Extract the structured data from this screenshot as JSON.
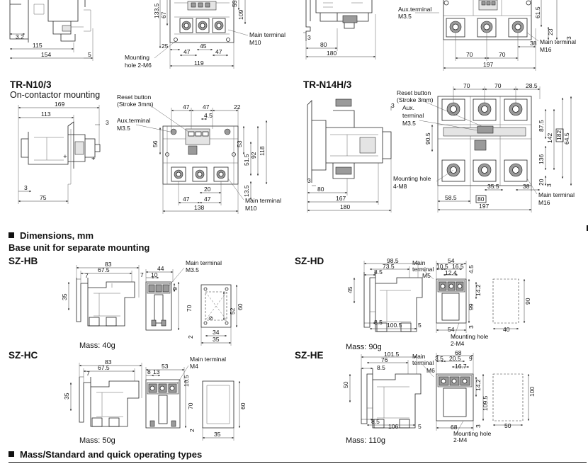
{
  "models": {
    "n10": {
      "title": "TR-N10/3",
      "subtitle": "On-contactor mounting"
    },
    "n14h": {
      "title": "TR-N14H/3"
    }
  },
  "sections": {
    "dimensions": "Dimensions, mm",
    "base_unit": "Base unit for separate mounting",
    "mass_types": "Mass/Standard and quick operating types"
  },
  "base_units": [
    {
      "model": "SZ-HB",
      "mass": "Mass: 40g"
    },
    {
      "model": "SZ-HC",
      "mass": "Mass: 50g"
    },
    {
      "model": "SZ-HD",
      "mass": "Mass: 90g"
    },
    {
      "model": "SZ-HE",
      "mass": "Mass: 110g"
    }
  ],
  "top": {
    "left_dims": [
      "3.2",
      "115",
      "154",
      "5",
      "133.5",
      "67",
      "109",
      "55",
      "25",
      "47",
      "45",
      "47",
      "119"
    ],
    "left_notes": [
      "Main terminal",
      "M10",
      "Mounting",
      "hole 2-M6"
    ],
    "right_dims": [
      "3",
      "80",
      "180",
      "70",
      "70",
      "38",
      "197",
      "61.5",
      "23",
      "3"
    ],
    "right_notes": [
      "Aux.terminal",
      "M3.5",
      "Main terminal",
      "M16"
    ]
  },
  "n10": {
    "dims": [
      "169",
      "113",
      "3",
      "3",
      "75",
      "47",
      "47",
      "22",
      "4.5",
      "56",
      "53",
      "51.5",
      "92",
      "118",
      "20",
      "13.5",
      "47",
      "47",
      "138"
    ],
    "notes": [
      "Reset button",
      "(Stroke 3mm)",
      "Aux.terminal",
      "M3.5",
      "Main terminal",
      "M10"
    ]
  },
  "n14h": {
    "dims": [
      "3",
      "3",
      "80",
      "167",
      "180",
      "70",
      "70",
      "28.5",
      "90.5",
      "87.5",
      "136",
      "142",
      "182",
      "64.5",
      "35.5",
      "38",
      "20",
      "3",
      "58.5",
      "80",
      "197"
    ],
    "notes": [
      "Reset button",
      "(Stroke 3mm)",
      "Aux.",
      "terminal",
      "M3.5",
      "Mounting hole",
      "4-M8",
      "Main terminal",
      "M16"
    ]
  },
  "hb": {
    "dims": [
      "83",
      "67.5",
      "7",
      "35",
      "44",
      "7",
      "10",
      "9",
      "70",
      "52",
      "60",
      "34",
      "35",
      "2"
    ],
    "notes": [
      "Main terminal",
      "M3.5"
    ]
  },
  "hc": {
    "dims": [
      "83",
      "67.5",
      "7",
      "35",
      "53",
      "8",
      "13",
      "10.5",
      "70",
      "60",
      "35",
      "2"
    ],
    "notes": [
      "Main terminal",
      "M4"
    ]
  },
  "hd": {
    "dims": [
      "98.5",
      "73.5",
      "8.5",
      "45",
      "8.5",
      "100.5",
      "5",
      "54",
      "10.5",
      "16.5",
      "12.4",
      "4.5",
      "99",
      "14.2",
      "3",
      "54",
      "90",
      "40"
    ],
    "notes": [
      "Main",
      "terminal",
      "M5",
      "Mounting hole",
      "2-M4"
    ]
  },
  "he": {
    "dims": [
      "101.5",
      "76",
      "8.5",
      "50",
      "8.5",
      "106",
      "5",
      "68",
      "3.5",
      "20.5",
      "9",
      "16.7",
      "14.2",
      "109.5",
      "3",
      "68",
      "100",
      "50"
    ],
    "notes": [
      "Main",
      "terminal",
      "M6",
      "Mounting hole",
      "2-M4"
    ]
  }
}
